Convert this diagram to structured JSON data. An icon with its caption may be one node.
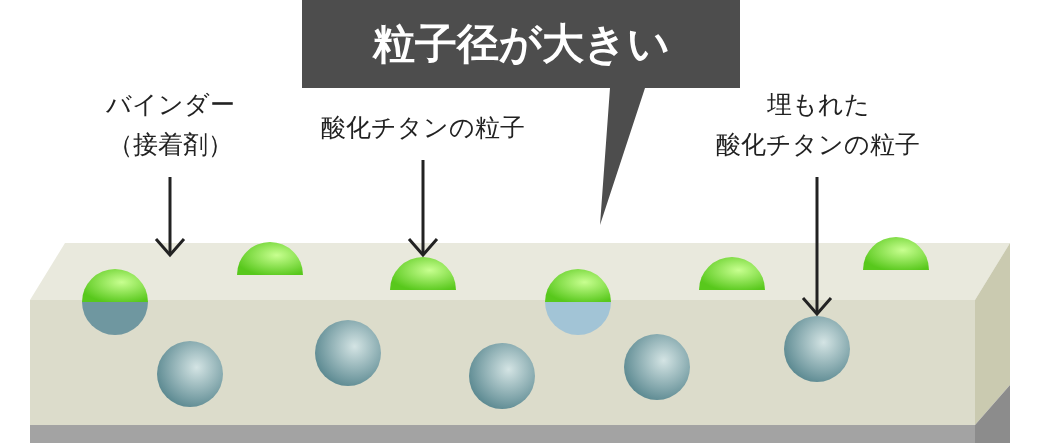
{
  "diagram": {
    "nodes": [
      {
        "text": [
          "粒子径が大きい"
        ]
      },
      {
        "text": [
          "バインダー（接着剤）"
        ]
      },
      {
        "text": [
          "酸化チタンの粒子"
        ]
      },
      {
        "text": [
          "埋もれた",
          "酸化チタンの粒子"
        ]
      },
      {
        "text": [],
        "shape": "box"
      },
      {
        "text": [],
        "shape": "circle",
        "in": 4
      },
      {
        "text": [],
        "shape": "circle",
        "in": 4
      },
      {
        "text": [],
        "shape": "circle"
      },
      {
        "text": [],
        "shape": "circle",
        "in": 4
      },
      {
        "text": [],
        "shape": "circle"
      },
      {
        "text": [],
        "shape": "circle",
        "in": 4
      },
      {
        "text": [],
        "shape": "circle",
        "in": 4
      },
      {
        "text": [],
        "shape": "circle",
        "in": 4
      },
      {
        "text": [],
        "shape": "circle"
      },
      {
        "text": [],
        "shape": "circle",
        "in": 4
      },
      {
        "text": [],
        "shape": "circle"
      }
    ],
    "edges": [
      {
        "from": 1,
        "to": 4,
        "arrow": "to"
      },
      {
        "from": 2,
        "to": 9,
        "arrow": "to"
      },
      {
        "from": 3,
        "to": 14,
        "arrow": "to"
      }
    ]
  }
}
